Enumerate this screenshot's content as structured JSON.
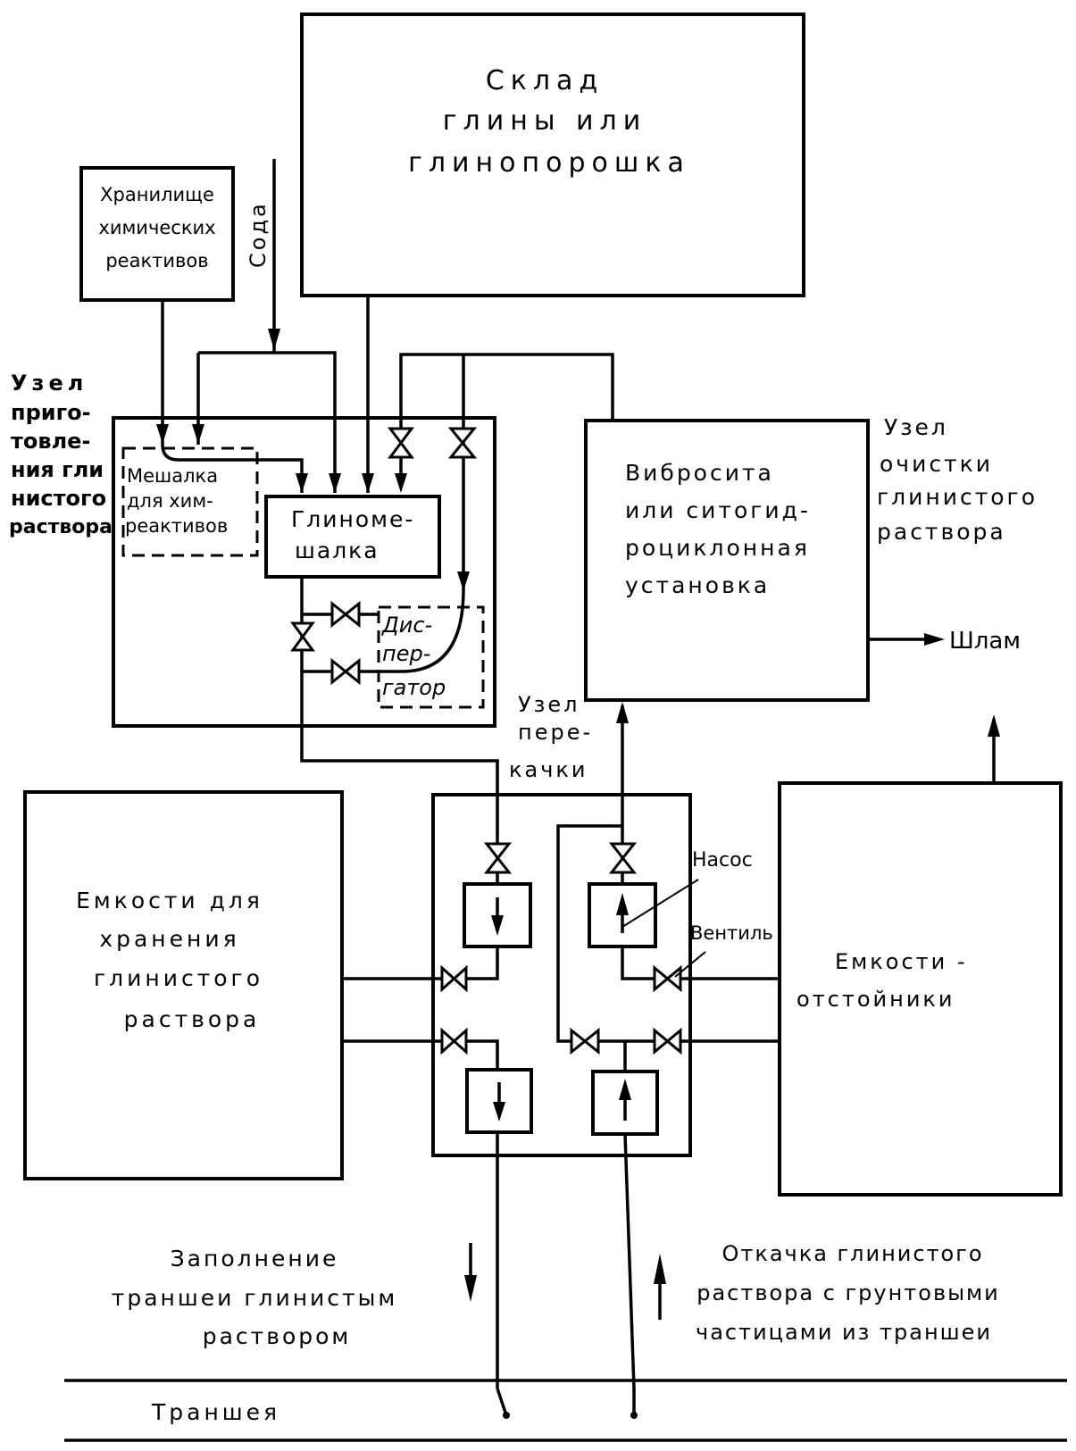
{
  "diagram": {
    "type": "process-flow",
    "title": "Схема приготовления и очистки глинистого раствора",
    "blocks": {
      "clay_storage": [
        "Склад",
        "глины или",
        "глинопорошка"
      ],
      "chem_storage": [
        "Хранилище",
        "химических",
        "реактивов"
      ],
      "chem_mixer": [
        "Мешалка",
        "для хим-",
        "реактивов"
      ],
      "clay_mixer": [
        "Глиноме-",
        "шалка"
      ],
      "disperser": [
        "Дис-",
        "пер-",
        "гатор"
      ],
      "vibrosieve": [
        "Вибросита",
        "или ситогид-",
        "роциклонная",
        "установка"
      ],
      "storage_tanks": [
        "Емкости для",
        "хранения",
        "глинистого",
        "раствора"
      ],
      "settling_tanks": [
        "Емкости -",
        "отстойники"
      ]
    },
    "node_labels": {
      "prep_node": [
        "Узел",
        "приго-",
        "товле-",
        "ния гли",
        "нистого",
        "раствора"
      ],
      "cleaning_node": [
        "Узел",
        "очистки",
        "глинистого",
        "раствора"
      ],
      "pump_node": [
        "Узел",
        "пере-",
        "качки"
      ]
    },
    "flow_labels": {
      "soda": "Сода",
      "sludge": "Шлам",
      "pump": "Насос",
      "valve": "Вентиль"
    },
    "bottom": {
      "fill": [
        "Заполнение",
        "траншеи глинистым",
        "раствором"
      ],
      "pumpout": [
        "Откачка глинистого",
        "раствора с грунтовыми",
        "частицами из траншеи"
      ],
      "trench": "Траншея"
    }
  }
}
